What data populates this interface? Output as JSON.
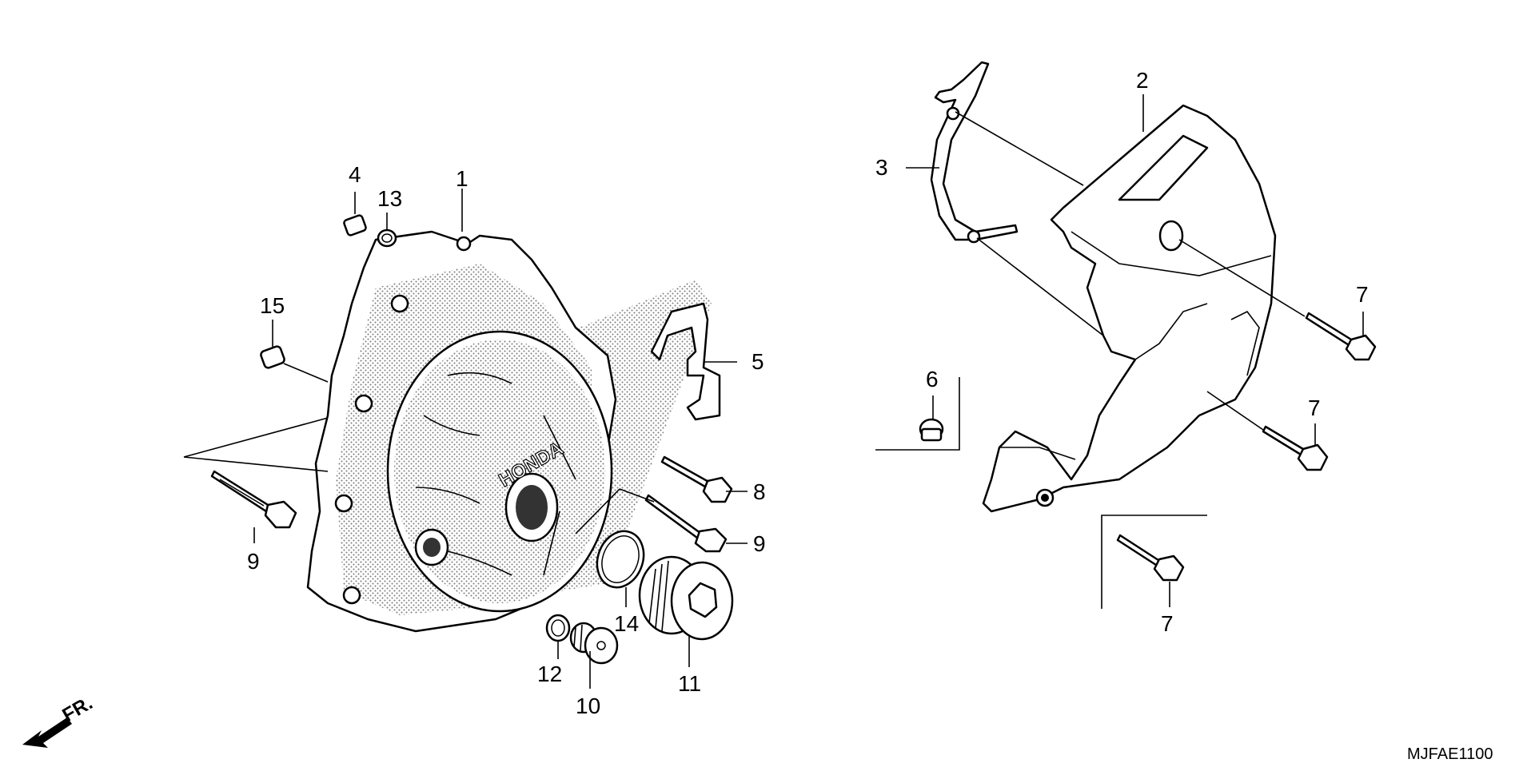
{
  "diagram": {
    "code": "MJFAE1100",
    "direction": "FR.",
    "labels": {
      "p1": "1",
      "p2": "2",
      "p3": "3",
      "p4": "4",
      "p5": "5",
      "p6": "6",
      "p7a": "7",
      "p7b": "7",
      "p7c": "7",
      "p8": "8",
      "p9a": "9",
      "p9b": "9",
      "p10": "10",
      "p11": "11",
      "p12": "12",
      "p13": "13",
      "p14": "14",
      "p15": "15"
    },
    "logo_text": "HONDA",
    "colors": {
      "line": "#000000",
      "background": "#ffffff",
      "shade": "#888888"
    }
  }
}
